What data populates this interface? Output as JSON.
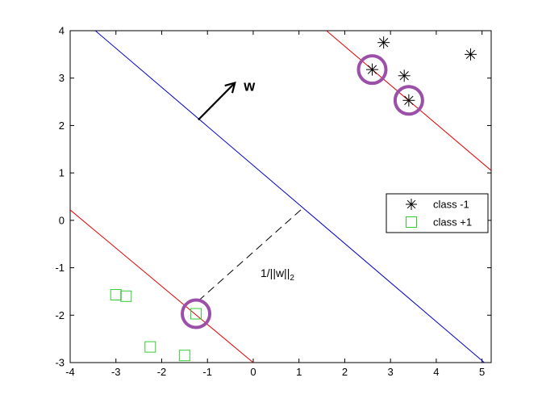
{
  "chart_data": {
    "type": "scatter",
    "title": "",
    "xlabel": "",
    "ylabel": "",
    "xlim": [
      -4,
      5.2
    ],
    "ylim": [
      -3,
      4
    ],
    "xticks": [
      -4,
      -3,
      -2,
      -1,
      0,
      1,
      2,
      3,
      4,
      5
    ],
    "yticks": [
      -3,
      -2,
      -1,
      0,
      1,
      2,
      3,
      4
    ],
    "grid": false,
    "legend_placement": "right-middle",
    "series": [
      {
        "name": "class -1",
        "marker": "asterisk",
        "color": "#000000",
        "points": [
          {
            "x": 2.85,
            "y": 3.75
          },
          {
            "x": 2.6,
            "y": 3.18
          },
          {
            "x": 3.3,
            "y": 3.05
          },
          {
            "x": 3.4,
            "y": 2.53
          },
          {
            "x": 4.75,
            "y": 3.5
          }
        ]
      },
      {
        "name": "class +1",
        "marker": "square",
        "color": "#33cc33",
        "points": [
          {
            "x": -3.0,
            "y": -1.57
          },
          {
            "x": -2.78,
            "y": -1.6
          },
          {
            "x": -1.25,
            "y": -1.97
          },
          {
            "x": -2.25,
            "y": -2.67
          },
          {
            "x": -1.5,
            "y": -2.85
          }
        ]
      }
    ],
    "lines": [
      {
        "kind": "decision-boundary",
        "color": "#0000cc",
        "from": [
          -3.45,
          4.0
        ],
        "to": [
          5.05,
          -3.0
        ]
      },
      {
        "kind": "margin",
        "color": "#e60000",
        "from": [
          1.6,
          4.0
        ],
        "to": [
          5.2,
          1.05
        ]
      },
      {
        "kind": "margin",
        "color": "#e60000",
        "from": [
          -4.0,
          0.22
        ],
        "to": [
          0.0,
          -3.0
        ]
      }
    ],
    "support_vectors": [
      {
        "x": 2.6,
        "y": 3.18
      },
      {
        "x": 3.4,
        "y": 2.53
      },
      {
        "x": -1.25,
        "y": -1.97
      }
    ],
    "support_vector_color": "#9b4fa8",
    "weight_vector": {
      "label": "w",
      "from": [
        -1.2,
        2.12
      ],
      "to": [
        -0.4,
        2.9
      ]
    },
    "margin_segment": {
      "from": [
        -1.2,
        -1.7
      ],
      "to": [
        1.05,
        0.23
      ]
    },
    "annotations": {
      "w_label": "w",
      "margin_main": "1/||w||",
      "margin_sub": "2"
    },
    "legend": [
      {
        "label": "class -1",
        "marker": "asterisk",
        "color": "#000000"
      },
      {
        "label": "class +1",
        "marker": "square",
        "color": "#33cc33"
      }
    ]
  }
}
